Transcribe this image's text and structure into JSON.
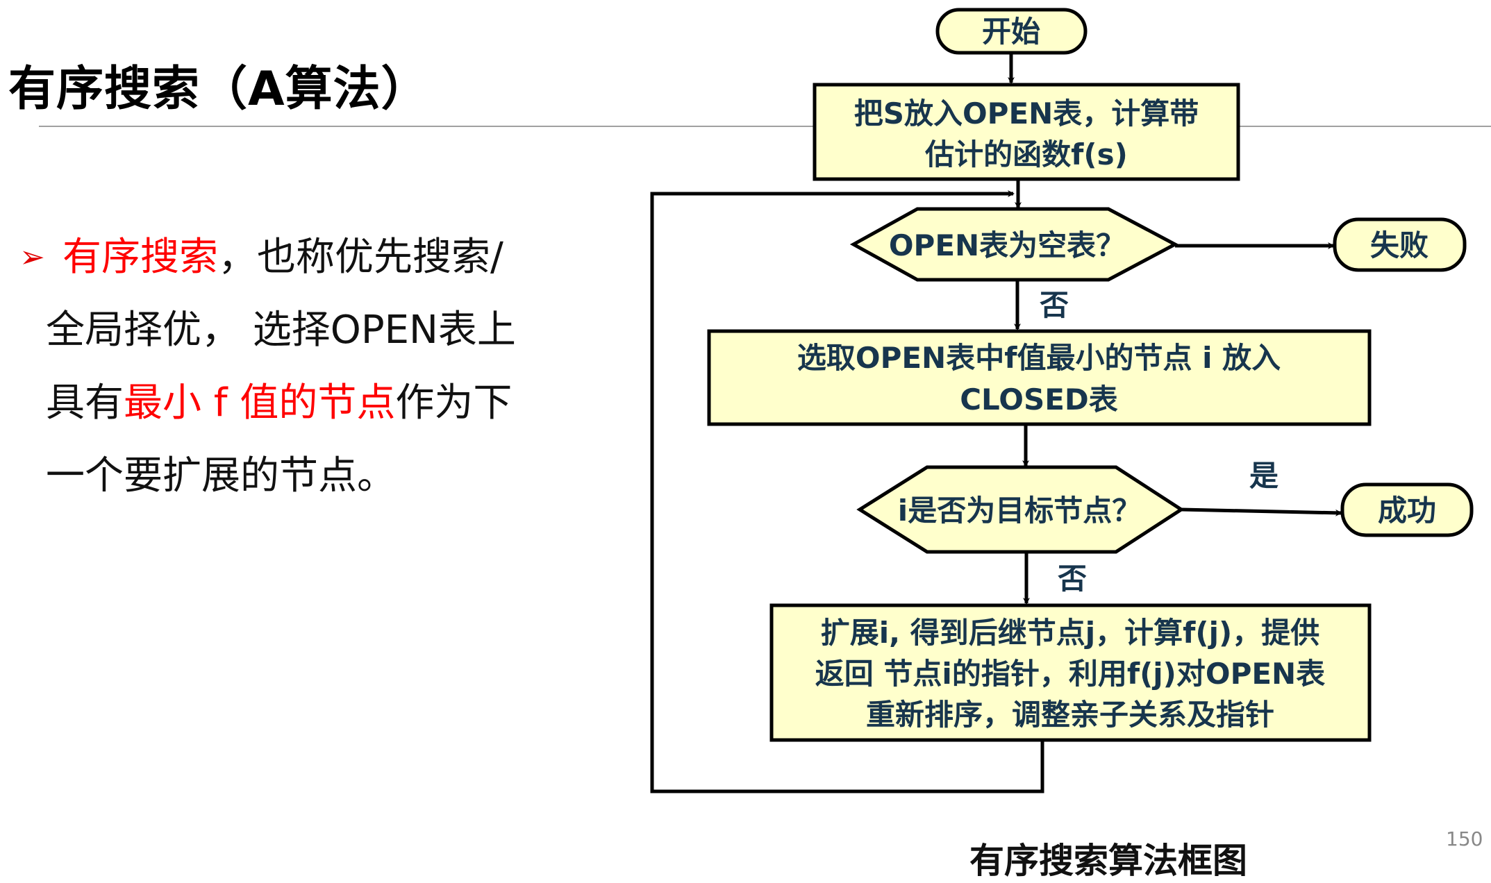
{
  "title": "有序搜索（A算法）",
  "bullet": {
    "marker": "➢",
    "term": "有序搜索",
    "line1_rest": "，也称优先搜索/",
    "line2": "全局择优， 选择OPEN表上",
    "line3_pre": "具有",
    "line3_red": "最小 f 值的节点",
    "line3_post": "作为下",
    "line4": "一个要扩展的节点。"
  },
  "flowchart": {
    "start": "开始",
    "init_line1": "把S放入OPEN表，计算带",
    "init_line2": "估计的函数f(s)",
    "check_empty": "OPEN表为空表？",
    "fail": "失败",
    "no1": "否",
    "select_line1": "选取OPEN表中f值最小的节点 i 放入",
    "select_line2": "CLOSED表",
    "check_goal": "i是否为目标节点？",
    "yes": "是",
    "success": "成功",
    "no2": "否",
    "expand_line1": "扩展i, 得到后继节点j，计算f(j)，提供",
    "expand_line2": "返回 节点i的指针，利用f(j)对OPEN表",
    "expand_line3": "重新排序，调整亲子关系及指针"
  },
  "caption": "有序搜索算法框图",
  "page_number": "150",
  "colors": {
    "box_fill": "#ffffcc",
    "text": "#17354d",
    "highlight": "#ff0000"
  }
}
